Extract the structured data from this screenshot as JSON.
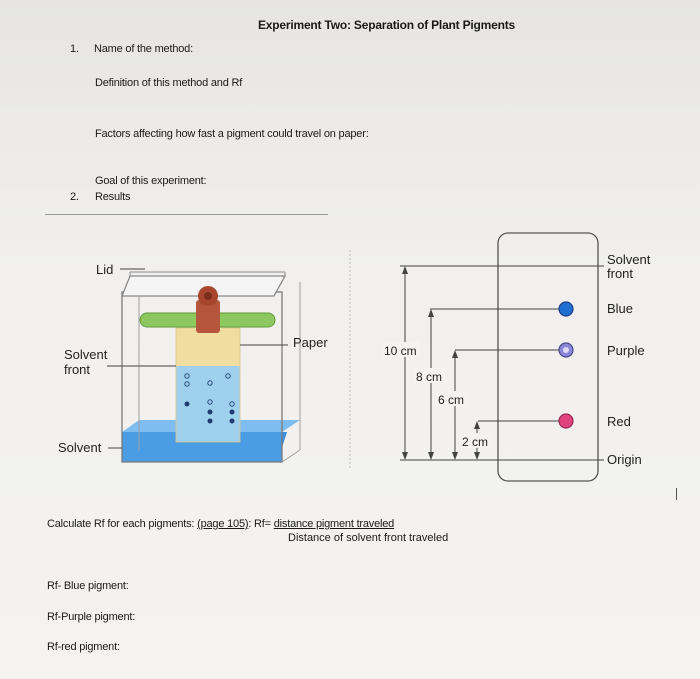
{
  "doc": {
    "title": "Experiment Two: Separation of Plant Pigments",
    "item1_num": "1.",
    "item1_label": "Name of the method:",
    "definition_label": "Definition of this method and Rf",
    "factors_label": "Factors affecting how fast a pigment could travel on paper:",
    "goal_label": "Goal of this experiment:",
    "item2_num": "2.",
    "item2_label": "Results",
    "calc_prefix": "Calculate Rf for each pigments:",
    "calc_page": "(page 105)",
    "calc_mid": ": Rf= ",
    "calc_numerator": "distance pigment traveled",
    "calc_denominator": "Distance of solvent front traveled",
    "rf_blue": "Rf- Blue pigment:",
    "rf_purple": "Rf-Purple pigment:",
    "rf_red": "Rf-red pigment:"
  },
  "diagram_left": {
    "lid": "Lid",
    "paper": "Paper",
    "solvent_front_1": "Solvent",
    "solvent_front_2": "front",
    "solvent": "Solvent"
  },
  "diagram_right": {
    "solvent_front_1": "Solvent",
    "solvent_front_2": "front",
    "blue": "Blue",
    "purple": "Purple",
    "red": "Red",
    "origin": "Origin",
    "d10": "10 cm",
    "d8": "8 cm",
    "d6": "6 cm",
    "d2": "2 cm"
  },
  "colors": {
    "blue_dot": "#1f6fd1",
    "purple_dot": "#8a86d8",
    "red_dot": "#e0437f",
    "solvent": "#5aa9e6",
    "paper_top": "#f4e2a6",
    "rod": "#8cc760",
    "clip": "#b5553c"
  }
}
